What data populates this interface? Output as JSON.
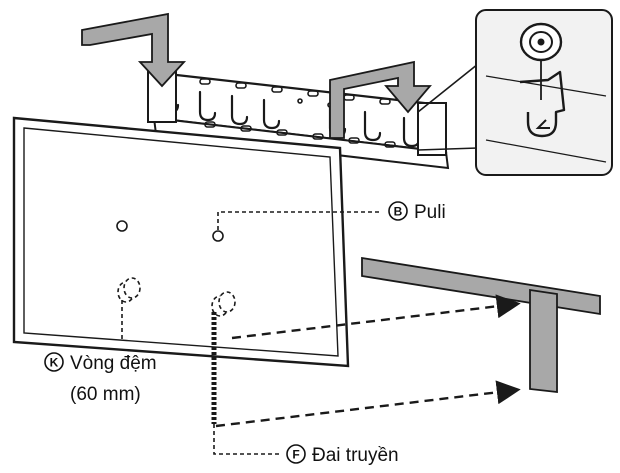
{
  "labels": {
    "pulley": {
      "badge": "B",
      "text": "Puli"
    },
    "washer": {
      "badge": "K",
      "text": "Vòng đệm",
      "subtext": "(60 mm)"
    },
    "belt": {
      "badge": "F",
      "text": "Đai truyền"
    }
  },
  "colors": {
    "line": "#1a1a1a",
    "panel_gray": "#a8a8a8",
    "bracket_fill": "#ffffff",
    "inset_bg": "#f2f2f2",
    "background": "#ffffff"
  },
  "icons": [
    "down-arrow-icon",
    "pulley-icon",
    "hook-icon"
  ]
}
